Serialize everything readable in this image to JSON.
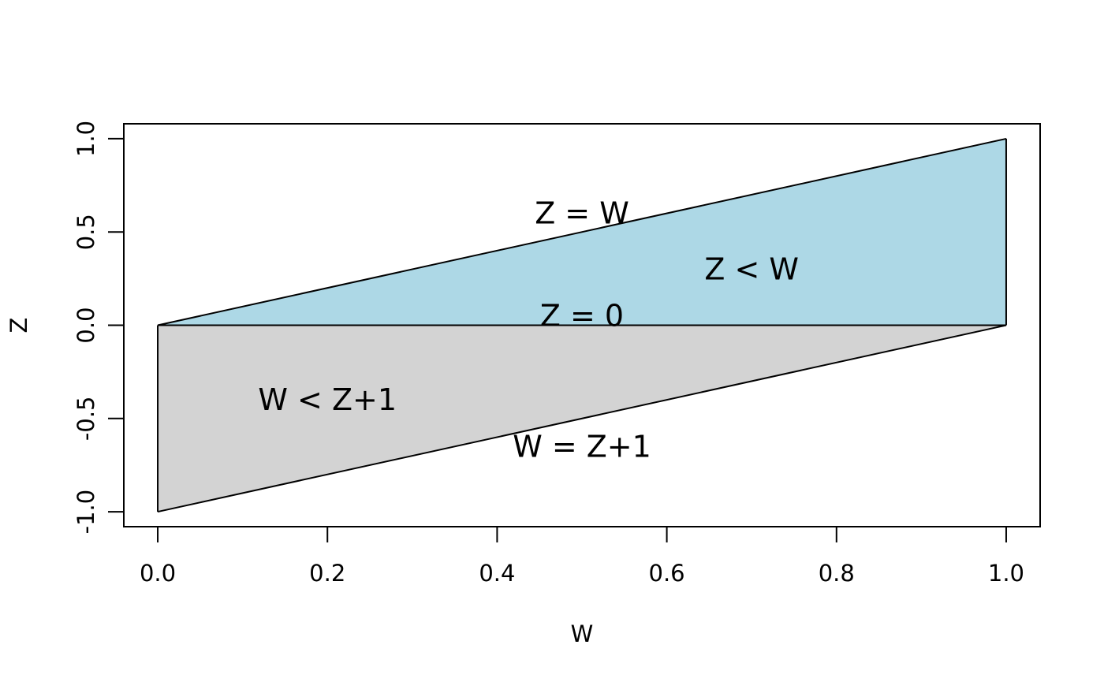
{
  "chart_data": {
    "type": "area",
    "title": "",
    "xlabel": "W",
    "ylabel": "Z",
    "xlim": [
      -0.04,
      1.04
    ],
    "ylim": [
      -1.08,
      1.08
    ],
    "x_ticks": [
      {
        "value": 0.0,
        "label": "0.0"
      },
      {
        "value": 0.2,
        "label": "0.2"
      },
      {
        "value": 0.4,
        "label": "0.4"
      },
      {
        "value": 0.6,
        "label": "0.6"
      },
      {
        "value": 0.8,
        "label": "0.8"
      },
      {
        "value": 1.0,
        "label": "1.0"
      }
    ],
    "y_ticks": [
      {
        "value": -1.0,
        "label": "-1.0"
      },
      {
        "value": -0.5,
        "label": "-0.5"
      },
      {
        "value": 0.0,
        "label": "0.0"
      },
      {
        "value": 0.5,
        "label": "0.5"
      },
      {
        "value": 1.0,
        "label": "1.0"
      }
    ],
    "grid": false,
    "regions": [
      {
        "id": "upper",
        "fill": "#add8e6",
        "points": [
          [
            0,
            0
          ],
          [
            1,
            1
          ],
          [
            1,
            0
          ]
        ]
      },
      {
        "id": "lower",
        "fill": "#d3d3d3",
        "points": [
          [
            0,
            0
          ],
          [
            1,
            0
          ],
          [
            1,
            0
          ],
          [
            0,
            -1
          ]
        ]
      }
    ],
    "lines": [
      {
        "id": "z-eq-w",
        "points": [
          [
            0,
            0
          ],
          [
            1,
            1
          ]
        ]
      },
      {
        "id": "z-eq-0",
        "points": [
          [
            0,
            0
          ],
          [
            1,
            0
          ]
        ]
      },
      {
        "id": "w-eq-z1",
        "points": [
          [
            0,
            -1
          ],
          [
            1,
            0
          ]
        ]
      },
      {
        "id": "right-edge",
        "points": [
          [
            1,
            0
          ],
          [
            1,
            1
          ]
        ]
      },
      {
        "id": "left-edge",
        "points": [
          [
            0,
            -1
          ],
          [
            0,
            0
          ]
        ]
      }
    ],
    "annotations": [
      {
        "text": "Z = W",
        "x": 0.5,
        "y": 0.6
      },
      {
        "text": "Z < W",
        "x": 0.7,
        "y": 0.3
      },
      {
        "text": "Z = 0",
        "x": 0.5,
        "y": 0.05
      },
      {
        "text": "W < Z+1",
        "x": 0.2,
        "y": -0.4
      },
      {
        "text": "W = Z+1",
        "x": 0.5,
        "y": -0.65
      }
    ]
  }
}
